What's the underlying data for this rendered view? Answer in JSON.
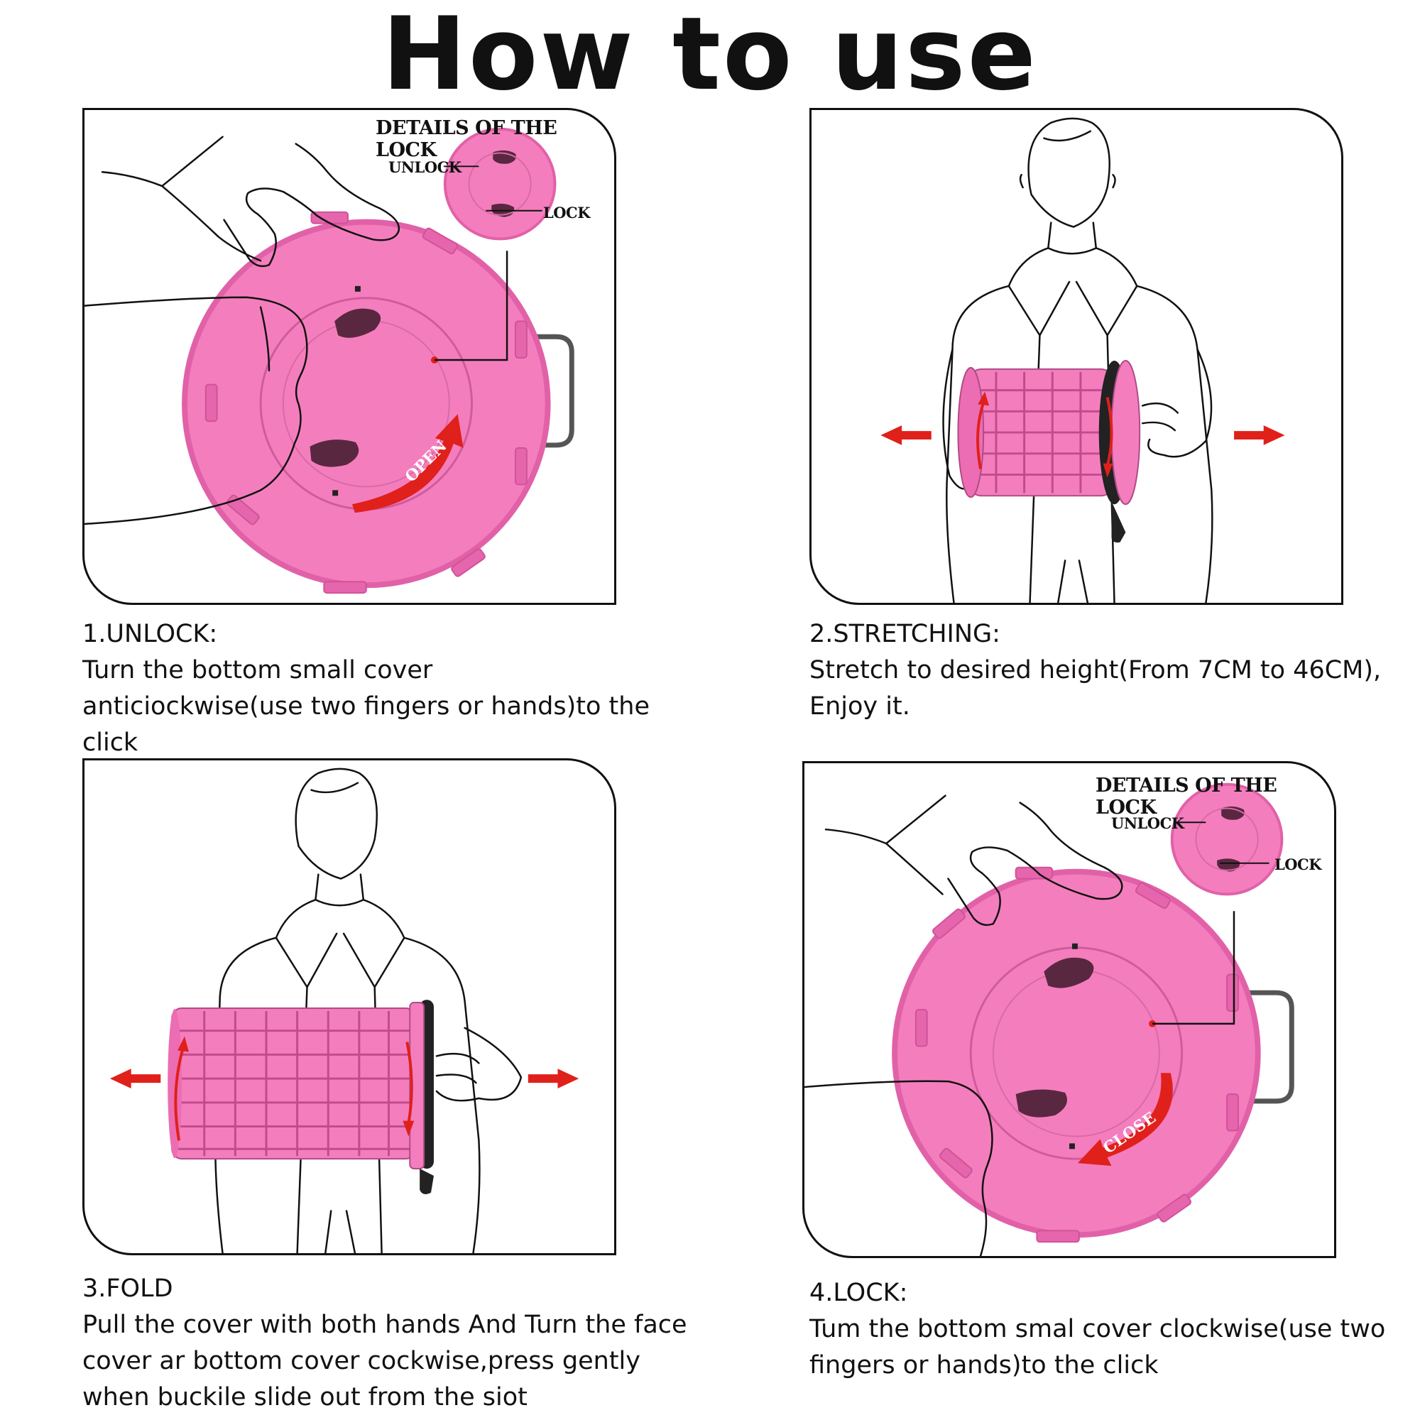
{
  "title": "How to use",
  "colors": {
    "pink": "#f47ebd",
    "pink_dark": "#e161a8",
    "red_arrow": "#e0201a",
    "line": "#111111"
  },
  "steps": [
    {
      "heading": "1.UNLOCK:",
      "text": "Turn the bottom small cover anticiockwise(use two fingers or hands)to the click",
      "details_title": "DETAILS OF THE LOCK",
      "unlock_label": "UNLOCK",
      "lock_label": "LOCK",
      "arrow_label": "OPEN",
      "illustration": "hand-turning-pink-cover-icon"
    },
    {
      "heading": "2.STRETCHING:",
      "text": "Stretch to desired height(From 7CM to 46CM), Enjoy it.",
      "illustration": "person-stretching-stool-icon"
    },
    {
      "heading": "3.FOLD",
      "text": "Pull the cover with both hands And Turn the face cover ar bottom cover cockwise,press gently when buckile slide out from the siot",
      "illustration": "person-folding-stool-icon"
    },
    {
      "heading": "4.LOCK:",
      "text": "Tum the bottom smal cover clockwise(use two fingers or hands)to the click",
      "details_title": "DETAILS OF THE LOCK",
      "unlock_label": "UNLOCK",
      "lock_label": "LOCK",
      "arrow_label": "CLOSE",
      "illustration": "hand-turning-pink-cover-icon"
    }
  ]
}
